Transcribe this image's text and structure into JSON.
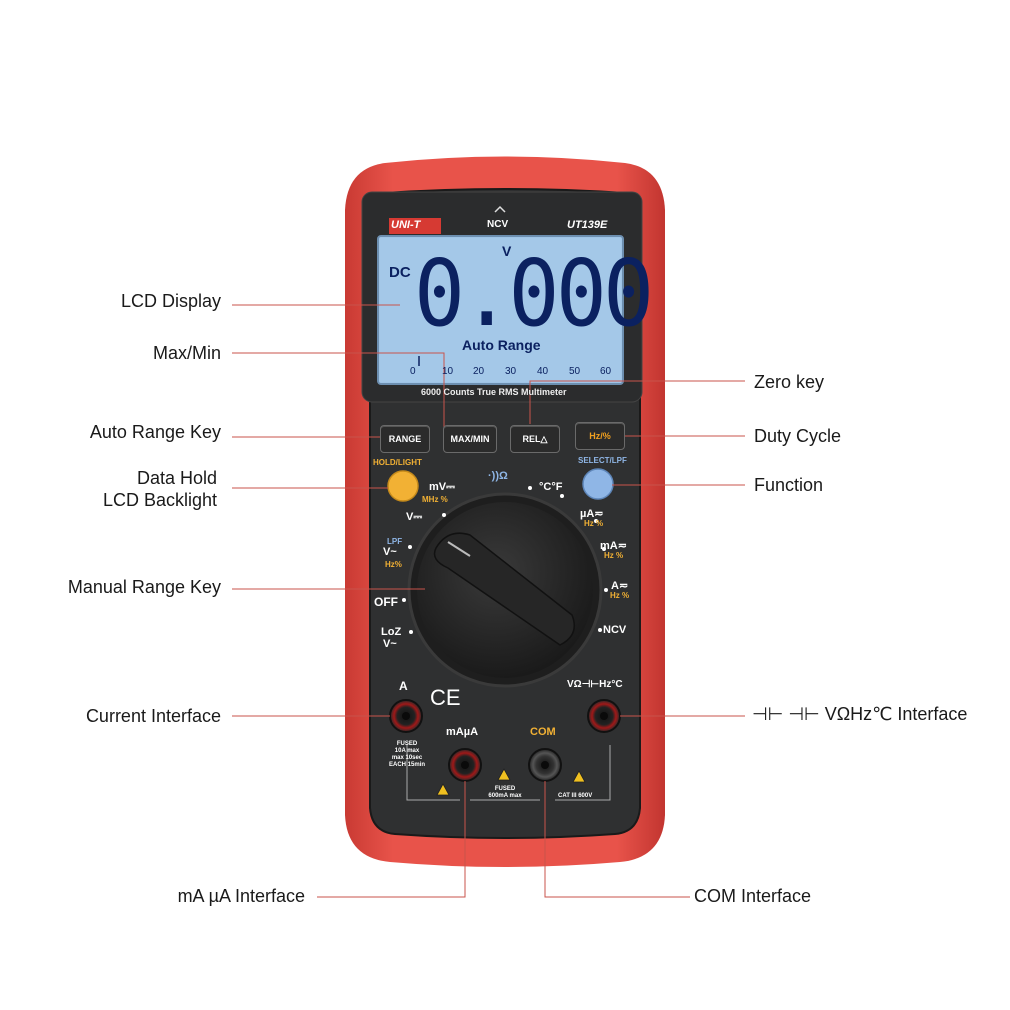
{
  "meter": {
    "brand": "UNI-T",
    "model": "UT139E",
    "ncv_top": "NCV",
    "lcd": {
      "mode": "DC",
      "unit": "V",
      "reading": "0.000",
      "auto_range": "Auto Range",
      "scale": [
        "0",
        "10",
        "20",
        "30",
        "40",
        "50",
        "60"
      ]
    },
    "subtitle": "6000 Counts True RMS Multimeter",
    "buttons": {
      "range": "RANGE",
      "maxmin": "MAX/MIN",
      "rel": "REL△",
      "hz": "Hz/%"
    },
    "hold_label": "HOLD/LIGHT",
    "select_label": "SELECT/LPF",
    "dial": {
      "mv": "mV⎓",
      "mv_sub": "MHz %",
      "v_dc": "V⎓",
      "lpf": "LPF",
      "v_ac": "V~",
      "v_ac_sub": "Hz%",
      "off": "OFF",
      "loz": "LoZ",
      "loz_v": "V~",
      "diode_ohm": "·))Ω",
      "temp": "°C°F",
      "ua": "µA≂",
      "ua_sub": "Hz %",
      "ma": "mA≂",
      "ma_sub": "Hz %",
      "a": "A≂",
      "a_sub": "Hz %",
      "ncv": "NCV"
    },
    "jacks": {
      "a_label": "A",
      "ce": "CE",
      "vohm_label": "VΩ⊣⊢Hz°C",
      "ma_label": "mAµA",
      "com_label": "COM",
      "fused_a": [
        "FUSED",
        "10A max",
        "max 10sec",
        "EACH 15min"
      ],
      "fused_ma": [
        "FUSED",
        "600mA max"
      ],
      "cat": "CAT III 600V"
    }
  },
  "callouts": {
    "lcd_display": "LCD Display",
    "max_min": "Max/Min",
    "auto_range_key": "Auto Range Key",
    "data_hold": [
      "Data Hold",
      "LCD Backlight"
    ],
    "manual_range_key": "Manual Range Key",
    "current_interface": "Current Interface",
    "ma_ua_interface": "mA µA Interface",
    "zero_key": "Zero key",
    "duty_cycle": "Duty Cycle",
    "function": "Function",
    "vohm_interface": "⊣⊢ ⊣⊢ VΩHz℃ Interface",
    "com_interface": "COM Interface"
  },
  "colors": {
    "body_red": "#e2473f",
    "body_dark": "#2f3031",
    "lcd_bg": "#9fc4e6",
    "lcd_digits": "#0b2160",
    "hold_btn": "#f2b134",
    "select_btn": "#8fb6e6",
    "leader_line": "#c8534b"
  }
}
